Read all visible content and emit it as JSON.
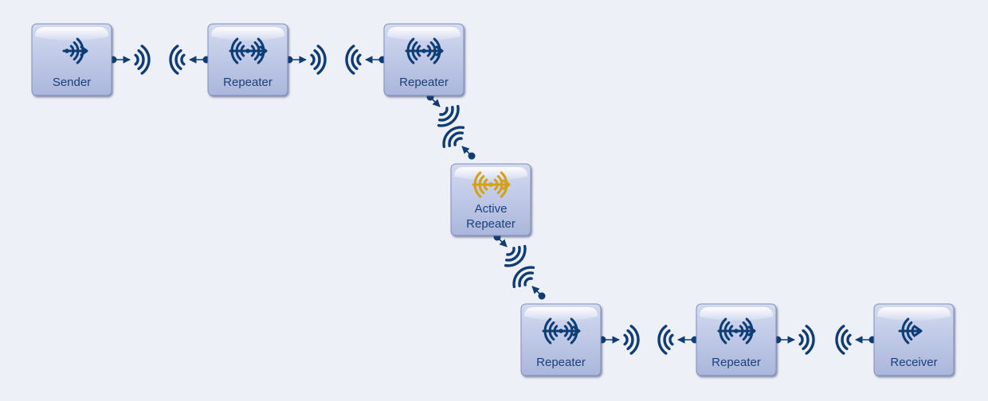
{
  "diagram": {
    "nodes": [
      {
        "id": "sender",
        "label": [
          "Sender"
        ],
        "kind": "sender",
        "active": false
      },
      {
        "id": "repeater-1",
        "label": [
          "Repeater"
        ],
        "kind": "repeater",
        "active": false
      },
      {
        "id": "repeater-2",
        "label": [
          "Repeater"
        ],
        "kind": "repeater",
        "active": false
      },
      {
        "id": "repeater-3",
        "label": [
          "Active",
          "Repeater"
        ],
        "kind": "repeater",
        "active": true
      },
      {
        "id": "repeater-4",
        "label": [
          "Repeater"
        ],
        "kind": "repeater",
        "active": false
      },
      {
        "id": "repeater-5",
        "label": [
          "Repeater"
        ],
        "kind": "repeater",
        "active": false
      },
      {
        "id": "receiver",
        "label": [
          "Receiver"
        ],
        "kind": "receiver",
        "active": false
      }
    ],
    "links": [
      {
        "from": "sender",
        "to": "repeater-1"
      },
      {
        "from": "repeater-1",
        "to": "repeater-2"
      },
      {
        "from": "repeater-2",
        "to": "repeater-3"
      },
      {
        "from": "repeater-3",
        "to": "repeater-4"
      },
      {
        "from": "repeater-4",
        "to": "repeater-5"
      },
      {
        "from": "repeater-5",
        "to": "receiver"
      }
    ],
    "colors": {
      "primary": "#0f3c75",
      "active": "#d4a017",
      "background": "#eef0f7",
      "node_fill": "#b9c3e2"
    },
    "icons": {
      "sender": "transmit-arrow-icon",
      "repeater": "bidirectional-signal-icon",
      "receiver": "receive-arrow-icon",
      "link": "radio-wave-icon"
    }
  }
}
